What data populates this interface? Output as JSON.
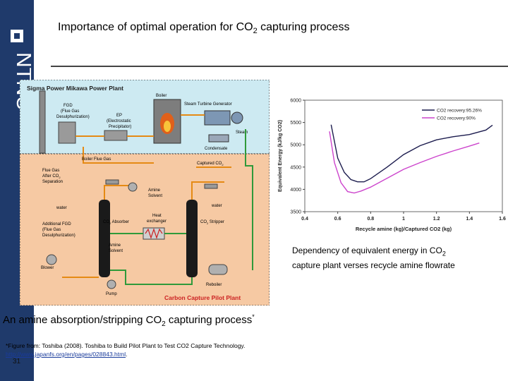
{
  "logo_text": "NTNU",
  "title": {
    "main": "Importance of optimal operation for CO",
    "sub": "2",
    "rest": " capturing process"
  },
  "diagram": {
    "plant_title": "Sigma Power Mikawa Power Plant",
    "pilot_title": "Carbon Capture Pilot Plant",
    "labels": {
      "boiler": "Boiler",
      "fgd": "FGD",
      "fgd2": "(Flue Gas",
      "fgd3": "Desulphurization)",
      "ep": "EP",
      "ep2": "(Electrostatic",
      "ep3": "Precipitator)",
      "stg": "Steam Turbine Generator",
      "steam": "Steam",
      "condensate": "Condensate",
      "boiler_flue_gas": "Boiler Flue Gas",
      "captured_co2": "Captured CO",
      "flue_gas_after": "Flue Gas",
      "flue_gas_after2": "After CO",
      "flue_gas_after3": "Separation",
      "water_left": "water",
      "water_right": "water",
      "additional_fgd": "Additional FGD",
      "additional_fgd2": "(Flue Gas",
      "additional_fgd3": "Desulphurization)",
      "amine_solvent_top": "Amine",
      "amine_solvent_top2": "Solvent",
      "co2_absorber": "CO",
      "co2_absorber2": " Absorber",
      "heat_exchanger": "Heat",
      "heat_exchanger2": "exchanger",
      "co2_stripper": "CO",
      "co2_stripper2": " Stripper",
      "amine_solvent_bottom": "Amine",
      "amine_solvent_bottom2": "Solvent",
      "blower": "Blower",
      "pump": "Pump",
      "reboiler": "Reboiler",
      "sub2": "2"
    }
  },
  "chart_data": {
    "type": "line",
    "ylabel": "Equivalent Energy (kJ/kg CO2)",
    "xlabel": "Recycle amine (kg)/Captured CO2 (kg)",
    "xlim": [
      0.4,
      1.6
    ],
    "ylim": [
      3500,
      6000
    ],
    "xticks": [
      "0.4",
      "0.6",
      "0.8",
      "1",
      "1.2",
      "1.4",
      "1.6"
    ],
    "yticks": [
      "3500",
      "4000",
      "4500",
      "5000",
      "5500",
      "6000"
    ],
    "legend_position": "top-right",
    "grid": false,
    "series": [
      {
        "name": "CO2 recovery:95.26%",
        "color": "#1c1c4e",
        "x": [
          0.56,
          0.6,
          0.64,
          0.68,
          0.72,
          0.76,
          0.8,
          0.9,
          1.0,
          1.1,
          1.2,
          1.3,
          1.4,
          1.5,
          1.54
        ],
        "y": [
          5450,
          4700,
          4380,
          4220,
          4170,
          4170,
          4240,
          4500,
          4780,
          4980,
          5110,
          5180,
          5230,
          5330,
          5440
        ]
      },
      {
        "name": "CO2 recovery:90%",
        "color": "#cc44cc",
        "x": [
          0.55,
          0.58,
          0.62,
          0.66,
          0.7,
          0.74,
          0.8,
          0.9,
          1.0,
          1.1,
          1.2,
          1.3,
          1.4,
          1.46
        ],
        "y": [
          5300,
          4600,
          4150,
          3950,
          3920,
          3960,
          4050,
          4250,
          4450,
          4600,
          4740,
          4860,
          4970,
          5040
        ]
      }
    ]
  },
  "caption_right": {
    "line1a": "Dependency of equivalent energy in CO",
    "line1sub": "2",
    "line2": "capture plant verses recycle amine flowrate"
  },
  "caption_left": {
    "a": "An amine absorption/stripping CO",
    "sub": "2",
    "b": " capturing process",
    "sup": "*"
  },
  "footnote": {
    "line1": "*Figure from: Toshiba (2008). Toshiba to Build Pilot Plant to Test CO2 Capture Technology.",
    "link": "http://www.japanfs.org/en/pages/028843.html",
    "after_link": "."
  },
  "page_number": "31"
}
